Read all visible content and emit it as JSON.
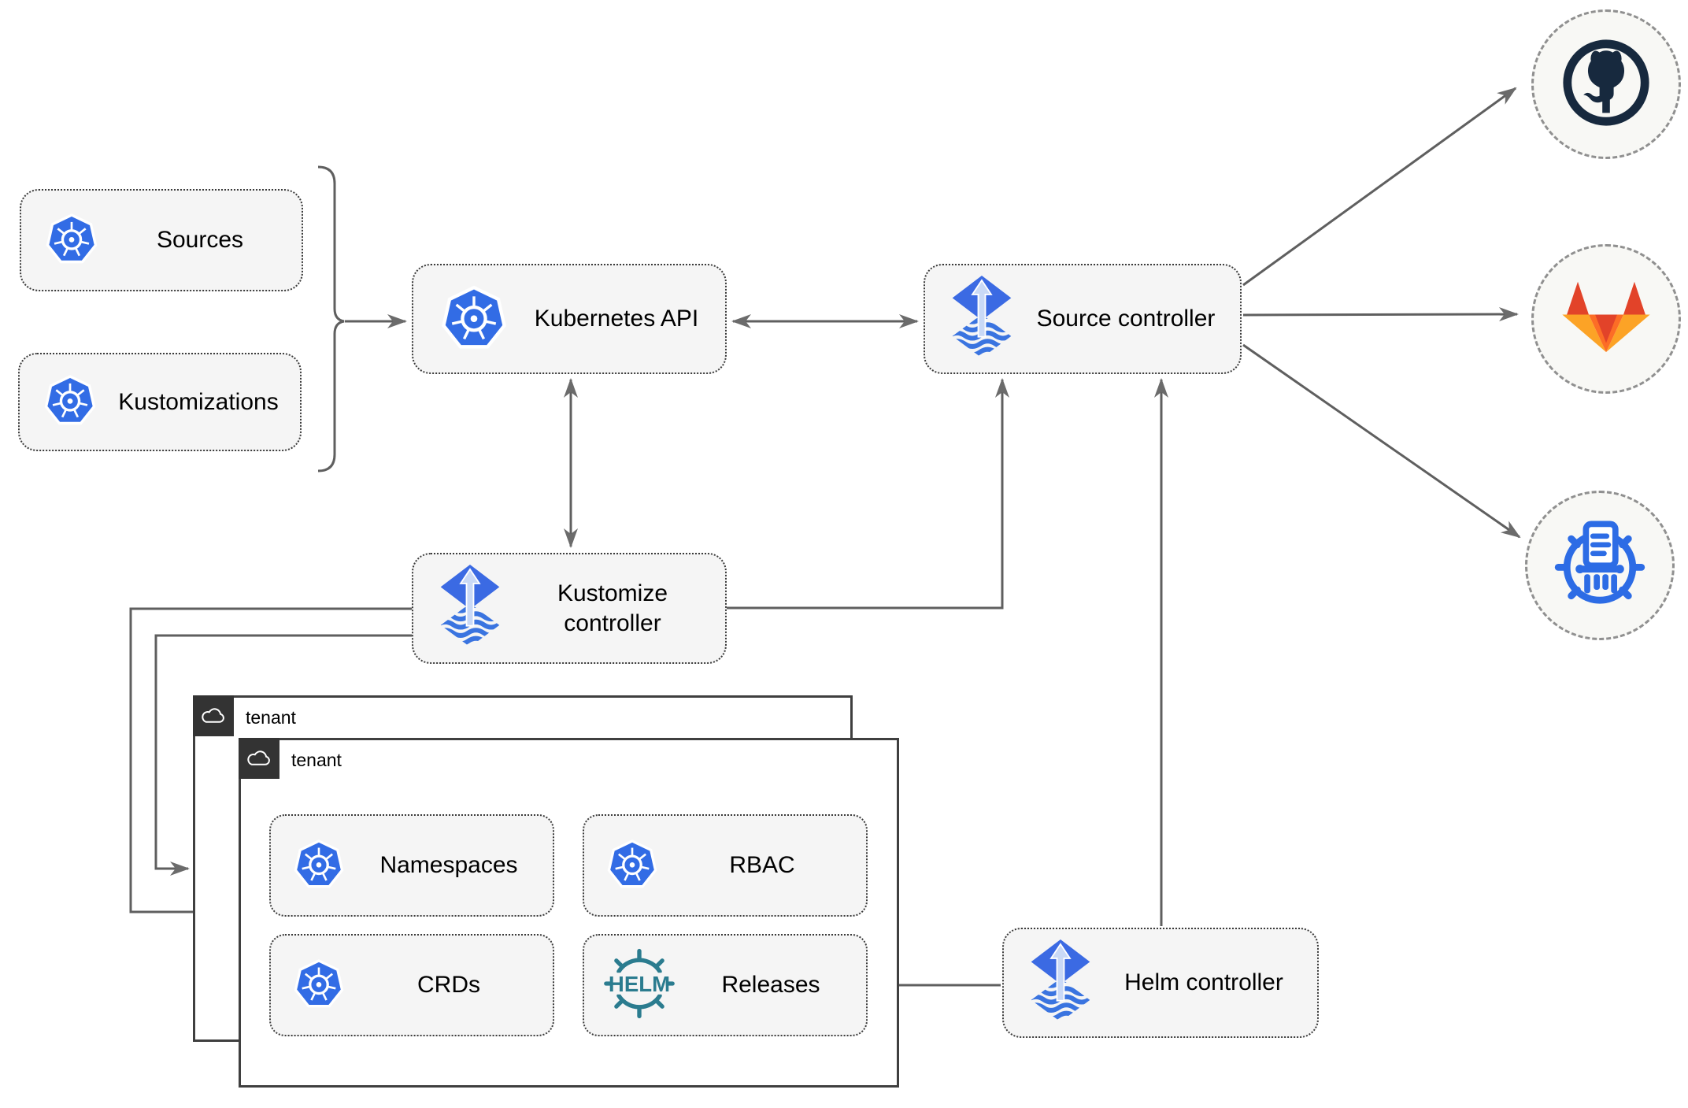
{
  "nodes": {
    "sources": {
      "label": "Sources"
    },
    "kustomizations": {
      "label": "Kustomizations"
    },
    "kubernetes_api": {
      "label": "Kubernetes API"
    },
    "source_controller": {
      "label": "Source controller"
    },
    "kustomize_controller": {
      "label": "Kustomize controller"
    },
    "helm_controller": {
      "label": "Helm controller"
    },
    "namespaces": {
      "label": "Namespaces"
    },
    "rbac": {
      "label": "RBAC"
    },
    "crds": {
      "label": "CRDs"
    },
    "releases": {
      "label": "Releases"
    }
  },
  "tenants": {
    "back": {
      "label": "tenant"
    },
    "front": {
      "label": "tenant"
    }
  },
  "icons": {
    "helm_logo_text": "HELM",
    "endpoint_icons": [
      "github-icon",
      "gitlab-icon",
      "helm-repository-icon"
    ],
    "node_icons": [
      "kubernetes-icon",
      "flux-icon",
      "helm-icon",
      "cloud-icon"
    ]
  },
  "colors": {
    "box_fill": "#f5f5f5",
    "wire_gray": "#5f5f5f",
    "kubernetes_blue": "#326ce5",
    "flux_blue": "#3b6ae3",
    "flux_arrow_light": "#c9d9f6",
    "helm_teal": "#2b7c8f",
    "github_dark": "#17293e",
    "gitlab_dark_orange": "#e24329",
    "gitlab_orange": "#fc6d26",
    "gitlab_light_orange": "#fca326",
    "registry_blue": "#2d6ce5",
    "tenant_header": "#333333"
  }
}
